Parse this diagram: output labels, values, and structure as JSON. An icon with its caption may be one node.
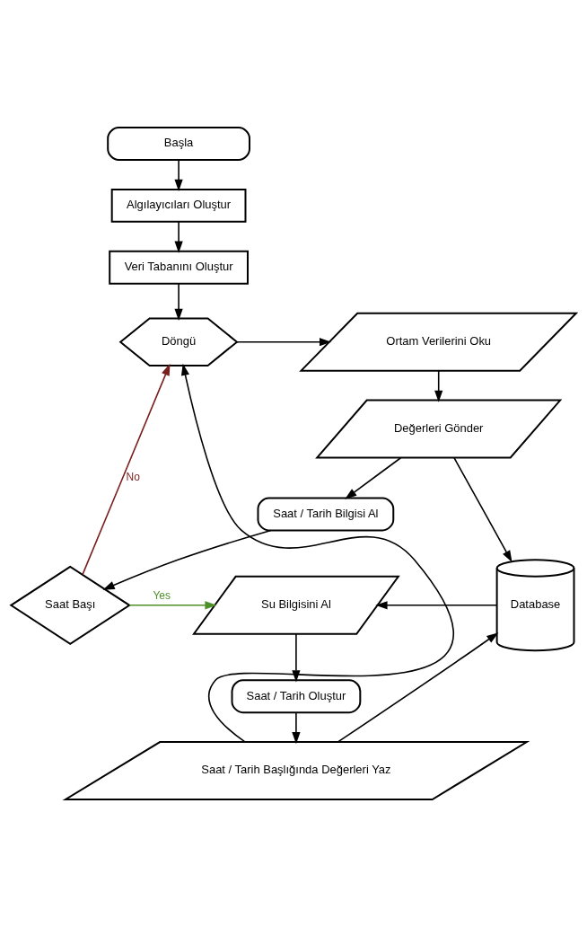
{
  "diagram": {
    "nodes": [
      {
        "text": [
          "Başla"
        ]
      },
      {
        "text": [
          "Algılayıcıları Oluştur"
        ]
      },
      {
        "text": [
          "Veri Tabanını Oluştur"
        ]
      },
      {
        "text": [
          "Döngü"
        ]
      },
      {
        "text": [
          "Ortam Verilerini Oku"
        ]
      },
      {
        "text": [
          "Değerleri Gönder"
        ]
      },
      {
        "text": [
          "Saat / Tarih Bilgisi Al"
        ]
      },
      {
        "text": [
          "Saat Başı"
        ]
      },
      {
        "text": [
          "Su Bilgisini Al"
        ]
      },
      {
        "text": [
          "Database"
        ]
      },
      {
        "text": [
          "Saat / Tarih Oluştur"
        ]
      },
      {
        "text": [
          "Saat / Tarih Başlığında Değerleri Yaz"
        ]
      }
    ],
    "edges": [
      {
        "from": 0,
        "to": 1,
        "arrow": "to"
      },
      {
        "from": 1,
        "to": 2,
        "arrow": "to"
      },
      {
        "from": 2,
        "to": 3,
        "arrow": "to"
      },
      {
        "from": 3,
        "to": 4,
        "arrow": "to"
      },
      {
        "from": 4,
        "to": 5,
        "arrow": "to"
      },
      {
        "from": 5,
        "to": 6,
        "arrow": "to"
      },
      {
        "from": 5,
        "to": 9,
        "arrow": "to"
      },
      {
        "from": 6,
        "to": 7,
        "arrow": "to"
      },
      {
        "from": 7,
        "to": 3,
        "arrow": "to",
        "label": "No",
        "color": "#7a1f1f"
      },
      {
        "from": 7,
        "to": 8,
        "arrow": "to",
        "label": "Yes",
        "color": "#4e8f2a"
      },
      {
        "from": 9,
        "to": 8,
        "arrow": "to"
      },
      {
        "from": 8,
        "to": 10,
        "arrow": "to"
      },
      {
        "from": 10,
        "to": 11,
        "arrow": "to"
      },
      {
        "from": 11,
        "to": 9,
        "arrow": "to"
      },
      {
        "from": 11,
        "to": 3,
        "arrow": "to"
      }
    ]
  }
}
